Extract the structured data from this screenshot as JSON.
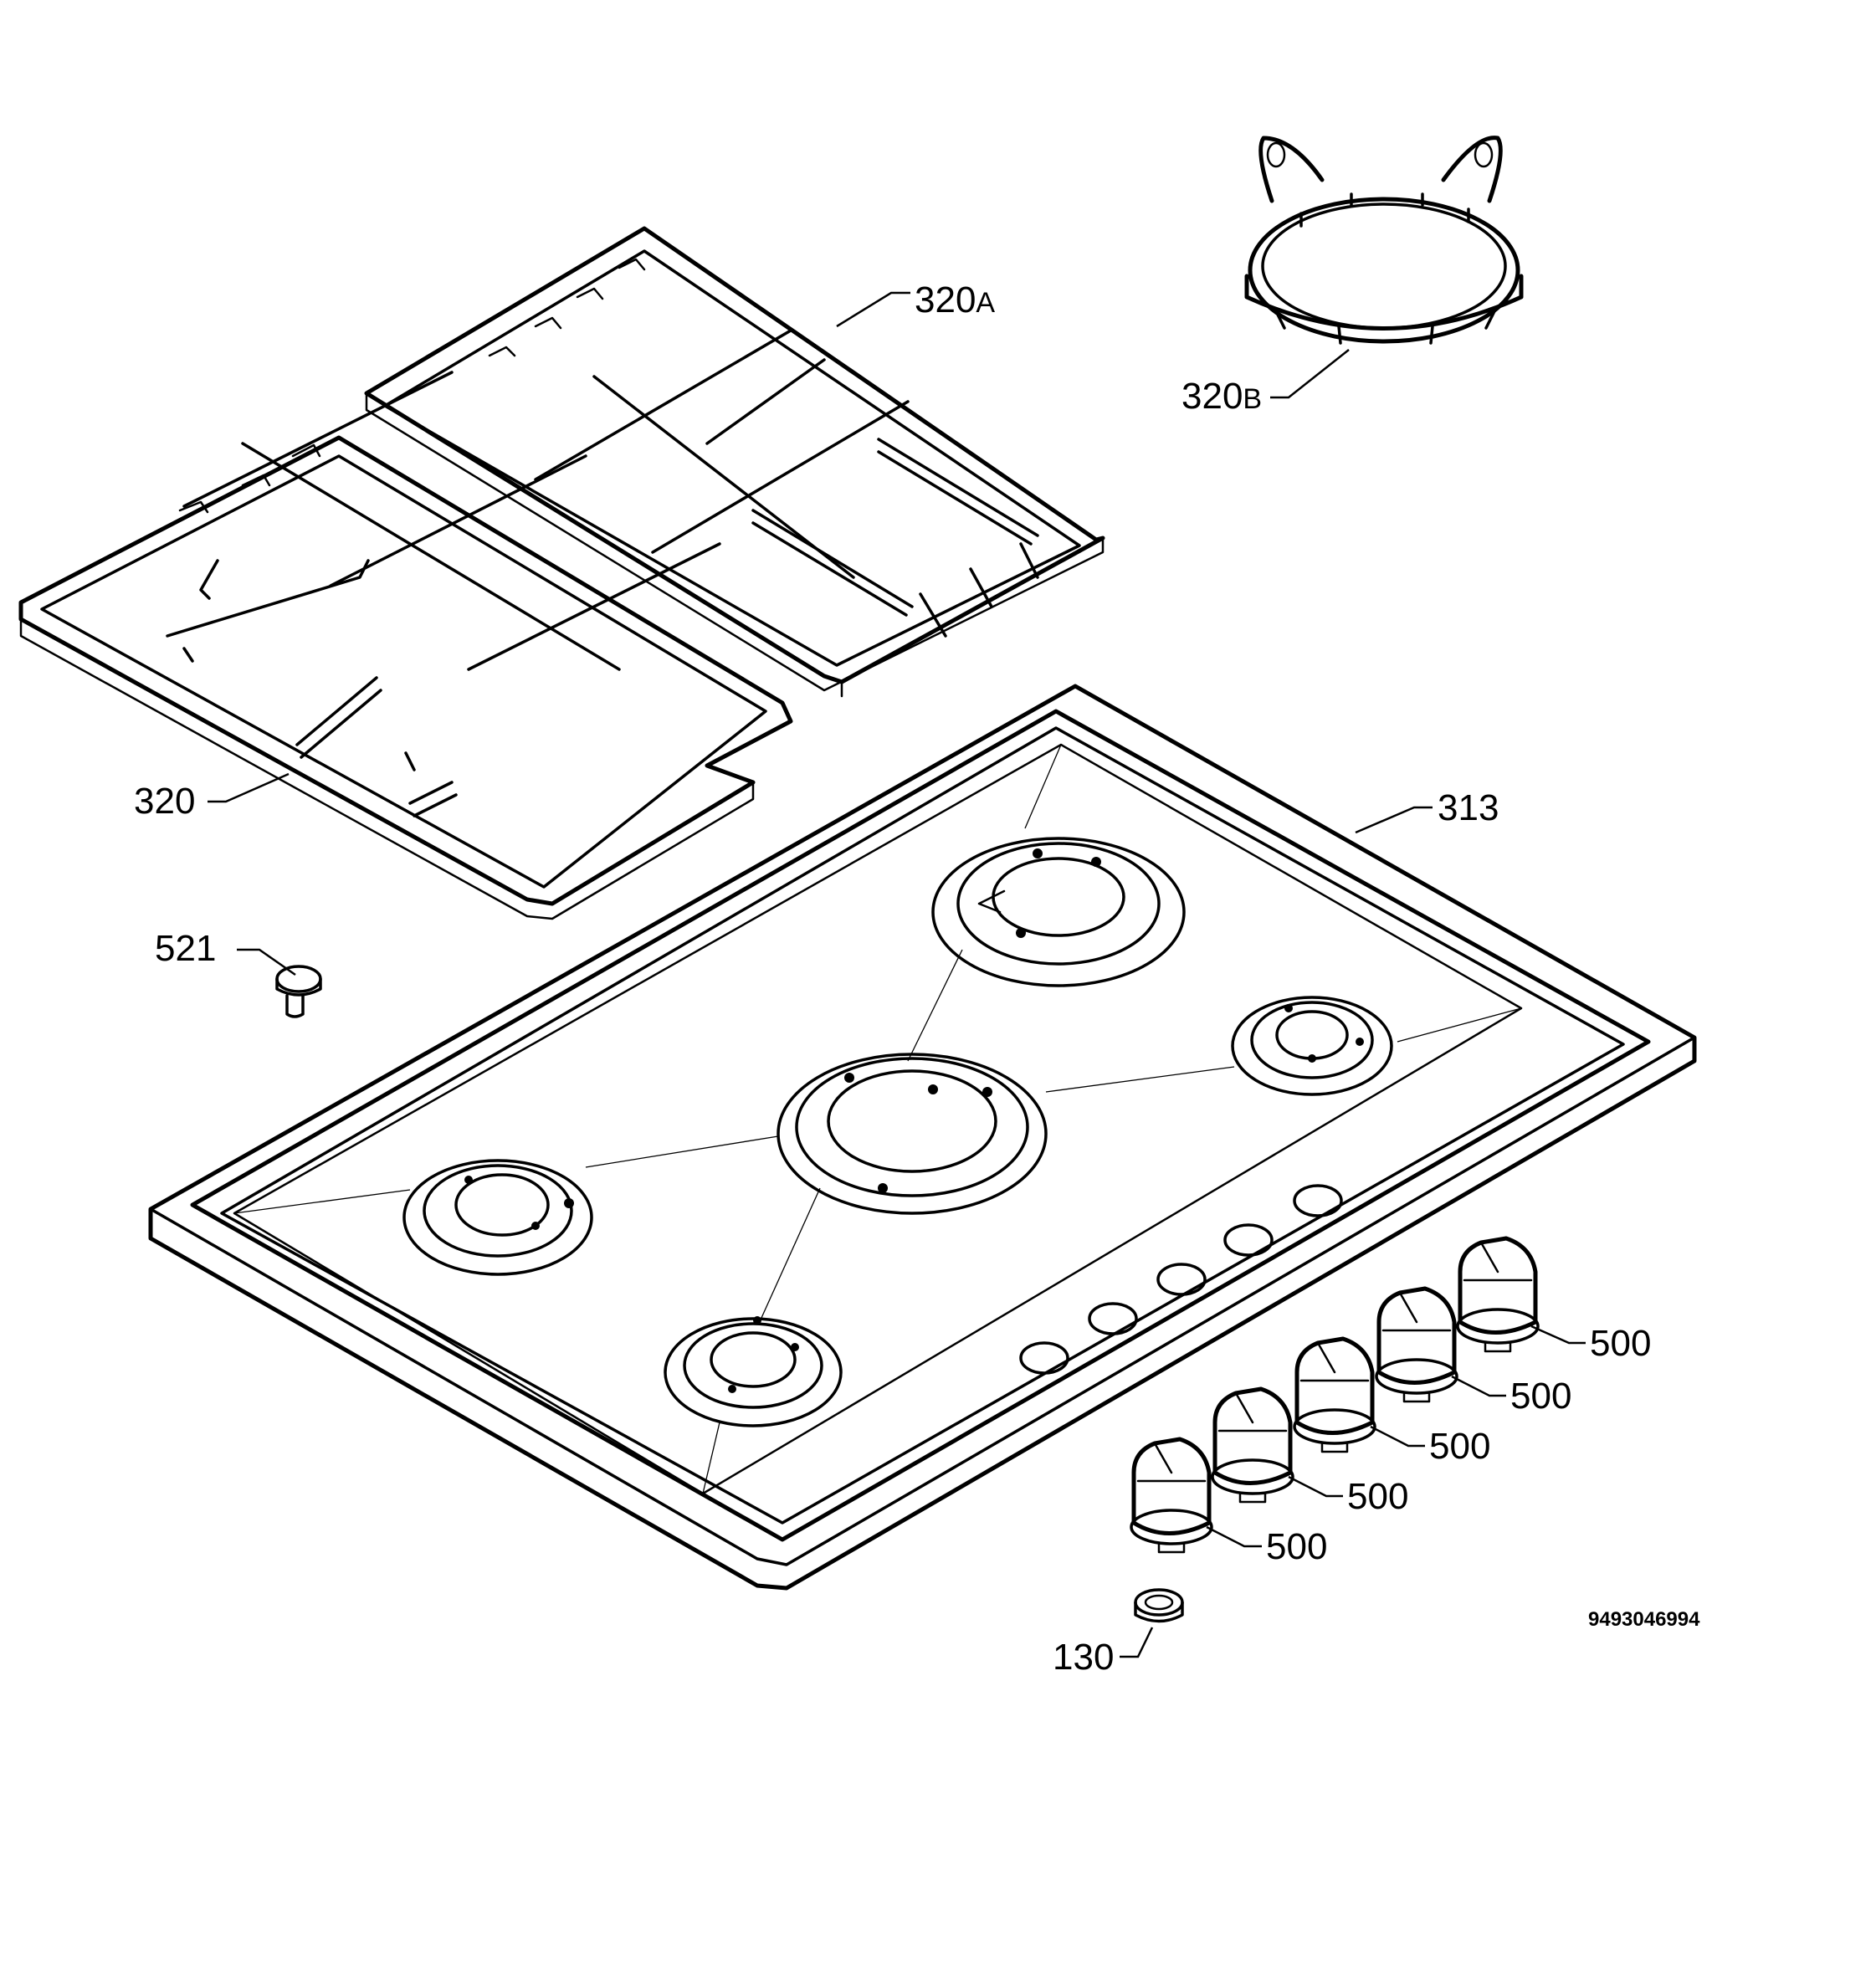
{
  "labels": {
    "grid_front": "320",
    "grid_rear": "320",
    "grid_rear_suffix": "A",
    "wok_ring": "320",
    "wok_ring_suffix": "B",
    "hob_top": "313",
    "screw": "521",
    "spring": "130",
    "knob_1": "500",
    "knob_2": "500",
    "knob_3": "500",
    "knob_4": "500",
    "knob_5": "500"
  },
  "document_code": "9493046994"
}
